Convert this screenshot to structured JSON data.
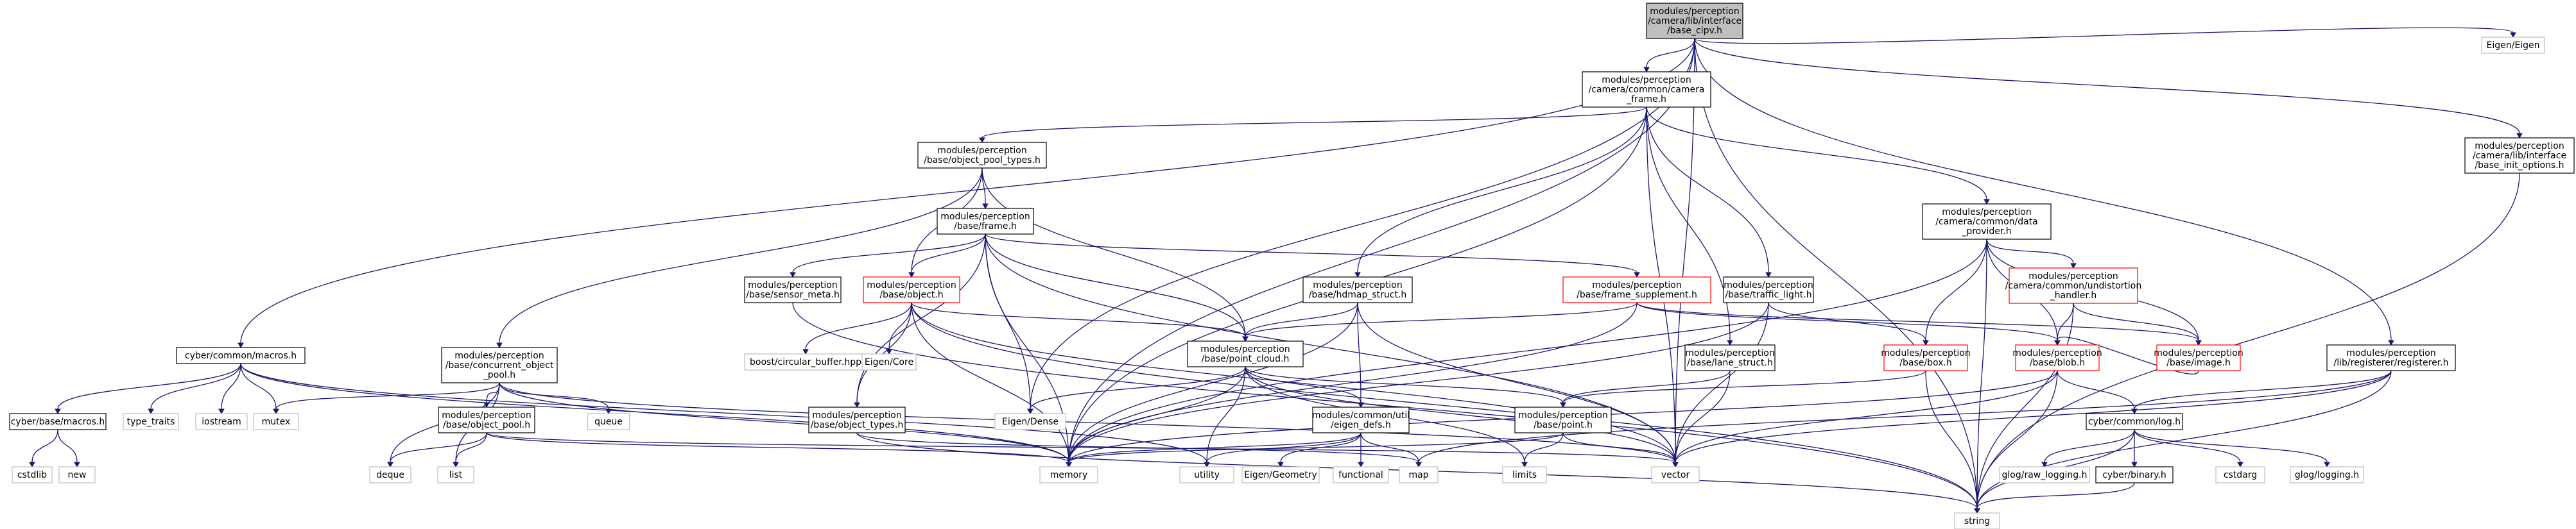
{
  "diagram": {
    "type": "include-dependency-graph",
    "nodes": [
      {
        "id": "root",
        "lines": [
          "modules/perception",
          "/camera/lib/interface",
          "/base_cipv.h"
        ],
        "style": "root"
      },
      {
        "id": "camera_frame",
        "lines": [
          "modules/perception",
          "/camera/common/camera",
          "_frame.h"
        ],
        "style": "plain"
      },
      {
        "id": "eigen_eigen",
        "lines": [
          "Eigen/Eigen"
        ],
        "style": "ext"
      },
      {
        "id": "base_init_options",
        "lines": [
          "modules/perception",
          "/camera/lib/interface",
          "/base_init_options.h"
        ],
        "style": "plain"
      },
      {
        "id": "object_pool_types",
        "lines": [
          "modules/perception",
          "/base/object_pool_types.h"
        ],
        "style": "plain"
      },
      {
        "id": "data_provider",
        "lines": [
          "modules/perception",
          "/camera/common/data",
          "_provider.h"
        ],
        "style": "plain"
      },
      {
        "id": "frame",
        "lines": [
          "modules/perception",
          "/base/frame.h"
        ],
        "style": "plain"
      },
      {
        "id": "sensor_meta",
        "lines": [
          "modules/perception",
          "/base/sensor_meta.h"
        ],
        "style": "plain"
      },
      {
        "id": "object",
        "lines": [
          "modules/perception",
          "/base/object.h"
        ],
        "style": "red"
      },
      {
        "id": "hdmap_struct",
        "lines": [
          "modules/perception",
          "/base/hdmap_struct.h"
        ],
        "style": "plain"
      },
      {
        "id": "frame_supplement",
        "lines": [
          "modules/perception",
          "/base/frame_supplement.h"
        ],
        "style": "red"
      },
      {
        "id": "traffic_light",
        "lines": [
          "modules/perception",
          "/base/traffic_light.h"
        ],
        "style": "plain"
      },
      {
        "id": "undistortion_handler",
        "lines": [
          "modules/perception",
          "/camera/common/undistortion",
          "_handler.h"
        ],
        "style": "red"
      },
      {
        "id": "cyber_macros",
        "lines": [
          "cyber/common/macros.h"
        ],
        "style": "plain"
      },
      {
        "id": "concurrent_object_pool",
        "lines": [
          "modules/perception",
          "/base/concurrent_object",
          "_pool.h"
        ],
        "style": "plain"
      },
      {
        "id": "circular_buffer",
        "lines": [
          "boost/circular_buffer.hpp"
        ],
        "style": "ext"
      },
      {
        "id": "eigen_core",
        "lines": [
          "Eigen/Core"
        ],
        "style": "ext"
      },
      {
        "id": "point_cloud",
        "lines": [
          "modules/perception",
          "/base/point_cloud.h"
        ],
        "style": "plain"
      },
      {
        "id": "lane_struct",
        "lines": [
          "modules/perception",
          "/base/lane_struct.h"
        ],
        "style": "plain"
      },
      {
        "id": "box",
        "lines": [
          "modules/perception",
          "/base/box.h"
        ],
        "style": "red"
      },
      {
        "id": "blob",
        "lines": [
          "modules/perception",
          "/base/blob.h"
        ],
        "style": "red"
      },
      {
        "id": "image",
        "lines": [
          "modules/perception",
          "/base/image.h"
        ],
        "style": "red"
      },
      {
        "id": "registerer",
        "lines": [
          "modules/perception",
          "/lib/registerer/registerer.h"
        ],
        "style": "plain"
      },
      {
        "id": "cyber_base_macros",
        "lines": [
          "cyber/base/macros.h"
        ],
        "style": "plain"
      },
      {
        "id": "type_traits",
        "lines": [
          "type_traits"
        ],
        "style": "ext"
      },
      {
        "id": "iostream",
        "lines": [
          "iostream"
        ],
        "style": "ext"
      },
      {
        "id": "mutex",
        "lines": [
          "mutex"
        ],
        "style": "ext"
      },
      {
        "id": "object_pool",
        "lines": [
          "modules/perception",
          "/base/object_pool.h"
        ],
        "style": "plain"
      },
      {
        "id": "queue",
        "lines": [
          "queue"
        ],
        "style": "ext"
      },
      {
        "id": "object_types",
        "lines": [
          "modules/perception",
          "/base/object_types.h"
        ],
        "style": "plain"
      },
      {
        "id": "eigen_dense",
        "lines": [
          "Eigen/Dense"
        ],
        "style": "ext"
      },
      {
        "id": "eigen_defs",
        "lines": [
          "modules/common/util",
          "/eigen_defs.h"
        ],
        "style": "plain"
      },
      {
        "id": "point",
        "lines": [
          "modules/perception",
          "/base/point.h"
        ],
        "style": "plain"
      },
      {
        "id": "cyber_log",
        "lines": [
          "cyber/common/log.h"
        ],
        "style": "plain"
      },
      {
        "id": "cstdlib",
        "lines": [
          "cstdlib"
        ],
        "style": "ext"
      },
      {
        "id": "new",
        "lines": [
          "new"
        ],
        "style": "ext"
      },
      {
        "id": "deque",
        "lines": [
          "deque"
        ],
        "style": "ext"
      },
      {
        "id": "list",
        "lines": [
          "list"
        ],
        "style": "ext"
      },
      {
        "id": "memory",
        "lines": [
          "memory"
        ],
        "style": "ext"
      },
      {
        "id": "utility",
        "lines": [
          "utility"
        ],
        "style": "ext"
      },
      {
        "id": "eigen_geometry",
        "lines": [
          "Eigen/Geometry"
        ],
        "style": "ext"
      },
      {
        "id": "functional",
        "lines": [
          "functional"
        ],
        "style": "ext"
      },
      {
        "id": "map",
        "lines": [
          "map"
        ],
        "style": "ext"
      },
      {
        "id": "limits",
        "lines": [
          "limits"
        ],
        "style": "ext"
      },
      {
        "id": "vector",
        "lines": [
          "vector"
        ],
        "style": "ext"
      },
      {
        "id": "glog_raw_logging",
        "lines": [
          "glog/raw_logging.h"
        ],
        "style": "ext"
      },
      {
        "id": "cyber_binary",
        "lines": [
          "cyber/binary.h"
        ],
        "style": "plain"
      },
      {
        "id": "cstdarg",
        "lines": [
          "cstdarg"
        ],
        "style": "ext"
      },
      {
        "id": "glog_logging",
        "lines": [
          "glog/logging.h"
        ],
        "style": "ext"
      },
      {
        "id": "string",
        "lines": [
          "string"
        ],
        "style": "ext"
      }
    ],
    "edges": [
      [
        "root",
        "camera_frame"
      ],
      [
        "root",
        "eigen_eigen"
      ],
      [
        "root",
        "base_init_options"
      ],
      [
        "root",
        "registerer"
      ],
      [
        "root",
        "cyber_macros"
      ],
      [
        "root",
        "eigen_dense"
      ],
      [
        "root",
        "memory"
      ],
      [
        "root",
        "string"
      ],
      [
        "root",
        "vector"
      ],
      [
        "camera_frame",
        "object_pool_types"
      ],
      [
        "camera_frame",
        "data_provider"
      ],
      [
        "camera_frame",
        "hdmap_struct"
      ],
      [
        "camera_frame",
        "traffic_light"
      ],
      [
        "camera_frame",
        "lane_struct"
      ],
      [
        "camera_frame",
        "memory"
      ],
      [
        "camera_frame",
        "vector"
      ],
      [
        "base_init_options",
        "string"
      ],
      [
        "object_pool_types",
        "frame"
      ],
      [
        "object_pool_types",
        "object"
      ],
      [
        "object_pool_types",
        "concurrent_object_pool"
      ],
      [
        "object_pool_types",
        "point_cloud"
      ],
      [
        "data_provider",
        "undistortion_handler"
      ],
      [
        "data_provider",
        "box"
      ],
      [
        "data_provider",
        "blob"
      ],
      [
        "data_provider",
        "image"
      ],
      [
        "data_provider",
        "memory"
      ],
      [
        "data_provider",
        "string"
      ],
      [
        "frame",
        "sensor_meta"
      ],
      [
        "frame",
        "object"
      ],
      [
        "frame",
        "frame_supplement"
      ],
      [
        "frame",
        "object_types"
      ],
      [
        "frame",
        "point_cloud"
      ],
      [
        "frame",
        "eigen_dense"
      ],
      [
        "frame",
        "memory"
      ],
      [
        "frame",
        "vector"
      ],
      [
        "sensor_meta",
        "string"
      ],
      [
        "object",
        "circular_buffer"
      ],
      [
        "object",
        "eigen_core"
      ],
      [
        "object",
        "object_types"
      ],
      [
        "object",
        "point_cloud"
      ],
      [
        "object",
        "memory"
      ],
      [
        "object",
        "string"
      ],
      [
        "object",
        "vector"
      ],
      [
        "hdmap_struct",
        "point_cloud"
      ],
      [
        "hdmap_struct",
        "eigen_defs"
      ],
      [
        "hdmap_struct",
        "memory"
      ],
      [
        "hdmap_struct",
        "vector"
      ],
      [
        "frame_supplement",
        "point_cloud"
      ],
      [
        "frame_supplement",
        "blob"
      ],
      [
        "frame_supplement",
        "image"
      ],
      [
        "frame_supplement",
        "memory"
      ],
      [
        "traffic_light",
        "box"
      ],
      [
        "traffic_light",
        "memory"
      ],
      [
        "traffic_light",
        "vector"
      ],
      [
        "undistortion_handler",
        "blob"
      ],
      [
        "undistortion_handler",
        "image"
      ],
      [
        "undistortion_handler",
        "string"
      ],
      [
        "cyber_macros",
        "cyber_base_macros"
      ],
      [
        "cyber_macros",
        "type_traits"
      ],
      [
        "cyber_macros",
        "iostream"
      ],
      [
        "cyber_macros",
        "mutex"
      ],
      [
        "cyber_macros",
        "memory"
      ],
      [
        "cyber_macros",
        "utility"
      ],
      [
        "concurrent_object_pool",
        "object_pool"
      ],
      [
        "concurrent_object_pool",
        "queue"
      ],
      [
        "concurrent_object_pool",
        "deque"
      ],
      [
        "concurrent_object_pool",
        "list"
      ],
      [
        "concurrent_object_pool",
        "mutex"
      ],
      [
        "concurrent_object_pool",
        "memory"
      ],
      [
        "concurrent_object_pool",
        "vector"
      ],
      [
        "point_cloud",
        "point"
      ],
      [
        "point_cloud",
        "eigen_defs"
      ],
      [
        "point_cloud",
        "eigen_dense"
      ],
      [
        "point_cloud",
        "memory"
      ],
      [
        "point_cloud",
        "utility"
      ],
      [
        "point_cloud",
        "limits"
      ],
      [
        "point_cloud",
        "vector"
      ],
      [
        "lane_struct",
        "point"
      ],
      [
        "lane_struct",
        "vector"
      ],
      [
        "box",
        "point"
      ],
      [
        "box",
        "string"
      ],
      [
        "blob",
        "cyber_log"
      ],
      [
        "blob",
        "memory"
      ],
      [
        "blob",
        "string"
      ],
      [
        "blob",
        "vector"
      ],
      [
        "image",
        "blob"
      ],
      [
        "registerer",
        "cyber_log"
      ],
      [
        "registerer",
        "map"
      ],
      [
        "registerer",
        "string"
      ],
      [
        "registerer",
        "vector"
      ],
      [
        "cyber_base_macros",
        "cstdlib"
      ],
      [
        "cyber_base_macros",
        "new"
      ],
      [
        "object_pool",
        "deque"
      ],
      [
        "object_pool",
        "list"
      ],
      [
        "object_pool",
        "memory"
      ],
      [
        "object_pool",
        "vector"
      ],
      [
        "object_types",
        "map"
      ],
      [
        "object_types",
        "string"
      ],
      [
        "eigen_defs",
        "eigen_geometry"
      ],
      [
        "eigen_defs",
        "functional"
      ],
      [
        "eigen_defs",
        "map"
      ],
      [
        "eigen_defs",
        "memory"
      ],
      [
        "eigen_defs",
        "utility"
      ],
      [
        "point",
        "limits"
      ],
      [
        "point",
        "memory"
      ],
      [
        "point",
        "vector"
      ],
      [
        "cyber_log",
        "glog_raw_logging"
      ],
      [
        "cyber_log",
        "cyber_binary"
      ],
      [
        "cyber_log",
        "cstdarg"
      ],
      [
        "cyber_log",
        "glog_logging"
      ],
      [
        "cyber_log",
        "string"
      ],
      [
        "cyber_binary",
        "string"
      ]
    ]
  }
}
